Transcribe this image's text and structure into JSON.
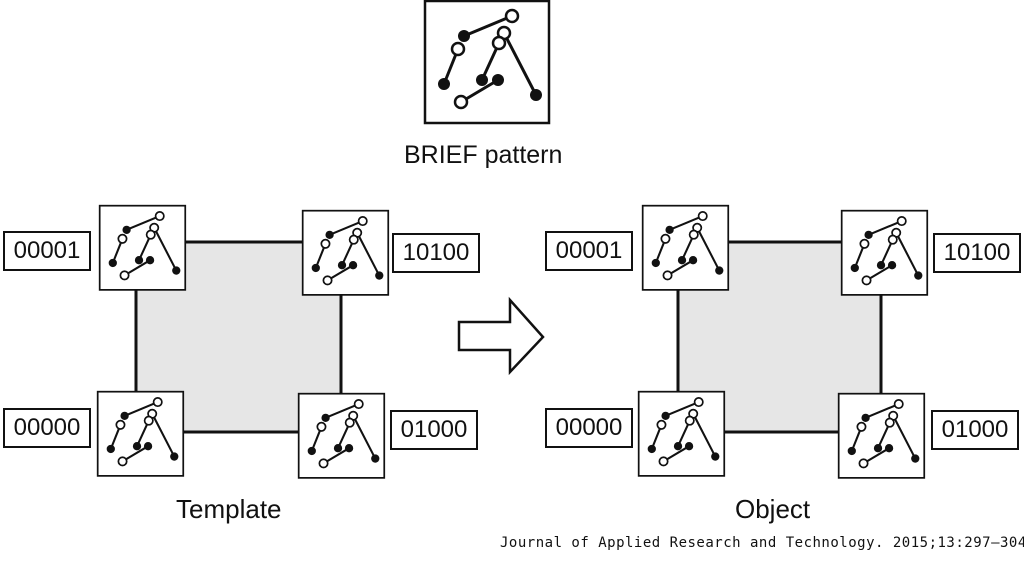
{
  "pattern_label": "BRIEF pattern",
  "template": {
    "label": "Template",
    "codes": {
      "top_left": "00001",
      "top_right": "10100",
      "bottom_left": "00000",
      "bottom_right": "01000"
    }
  },
  "object": {
    "label": "Object",
    "codes": {
      "top_left": "00001",
      "top_right": "10100",
      "bottom_left": "00000",
      "bottom_right": "01000"
    }
  },
  "caption": "Journal of Applied Research and Technology. 2015;13:297–304",
  "colors": {
    "stroke": "#111111",
    "region_fill": "#e6e6e6",
    "background": "#ffffff"
  },
  "icons": [
    "brief-pattern-icon",
    "right-arrow-icon"
  ]
}
